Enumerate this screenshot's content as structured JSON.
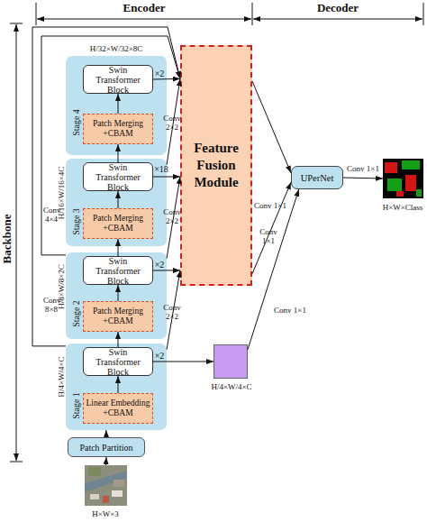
{
  "diagram": {
    "nodes": [
      {
        "text": [
          "Stage 4",
          "H/32×W/32×8C"
        ]
      },
      {
        "text": [
          "Swin Transformer Block"
        ],
        "in": 0
      },
      {
        "text": [
          "Patch Merging +CBAM"
        ],
        "in": 0
      },
      {
        "text": [
          "Stage 3",
          "H/16×W/16×4C"
        ]
      },
      {
        "text": [
          "Swin Transformer Block"
        ],
        "in": 3
      },
      {
        "text": [
          "Patch Merging +CBAM"
        ],
        "in": 3
      },
      {
        "text": [
          "Stage 2",
          "H/8×W/8×2C"
        ]
      },
      {
        "text": [
          "Swin Transformer Block"
        ],
        "in": 6
      },
      {
        "text": [
          "Patch Merging +CBAM"
        ],
        "in": 6
      },
      {
        "text": [
          "Stage 1",
          "H/4×W/4×C"
        ]
      },
      {
        "text": [
          "Swin Transformer Block"
        ],
        "in": 9
      },
      {
        "text": [
          "Linear Embedding +CBAM"
        ],
        "in": 9
      },
      {
        "text": [
          "Patch Partition"
        ]
      },
      {
        "text": [
          "Feature Fusion Module"
        ]
      },
      {
        "text": [
          "UPerNet"
        ]
      },
      {
        "text": [
          "H/4×W/4×C"
        ]
      },
      {
        "text": [
          "H×W×3"
        ]
      },
      {
        "text": [
          "H×W×Class"
        ]
      }
    ],
    "edges": [
      {
        "from": 16,
        "to": 12,
        "arrow": "to"
      },
      {
        "from": 12,
        "to": 9,
        "arrow": "to"
      },
      {
        "from": 11,
        "to": 10,
        "arrow": "to"
      },
      {
        "from": 10,
        "to": 8,
        "arrow": "to"
      },
      {
        "from": 8,
        "to": 7,
        "arrow": "to"
      },
      {
        "from": 7,
        "to": 5,
        "arrow": "to"
      },
      {
        "from": 5,
        "to": 4,
        "arrow": "to"
      },
      {
        "from": 4,
        "to": 2,
        "arrow": "to"
      },
      {
        "from": 2,
        "to": 1,
        "arrow": "to"
      },
      {
        "from": 1,
        "to": 13,
        "arrow": "to"
      },
      {
        "from": 4,
        "to": 13,
        "arrow": "to"
      },
      {
        "from": 7,
        "to": 13,
        "arrow": "to"
      },
      {
        "from": 10,
        "to": 15,
        "arrow": "to"
      },
      {
        "from": 3,
        "to": 13,
        "label": "Conv 2×2",
        "arrow": "to"
      },
      {
        "from": 6,
        "to": 13,
        "label": "Conv 2×2",
        "arrow": "to"
      },
      {
        "from": 9,
        "to": 13,
        "label": "Conv 2×2",
        "arrow": "to"
      },
      {
        "from": 6,
        "to": 13,
        "label": "Conv 4×4",
        "arrow": "to"
      },
      {
        "from": 9,
        "to": 13,
        "label": "Conv 8×8",
        "arrow": "to"
      },
      {
        "from": 13,
        "to": 14,
        "label": "Conv 1×1",
        "arrow": "to"
      },
      {
        "from": 13,
        "to": 14,
        "label": "Conv 1×1",
        "arrow": "to"
      },
      {
        "from": 15,
        "to": 14,
        "label": "Conv 1×1",
        "arrow": "to"
      },
      {
        "from": 14,
        "to": 17,
        "label": "Conv 1×1",
        "arrow": "to"
      }
    ],
    "labels": [
      "Encoder",
      "Decoder",
      "Backbone",
      "×2",
      "×18",
      "×2",
      "×2"
    ]
  }
}
